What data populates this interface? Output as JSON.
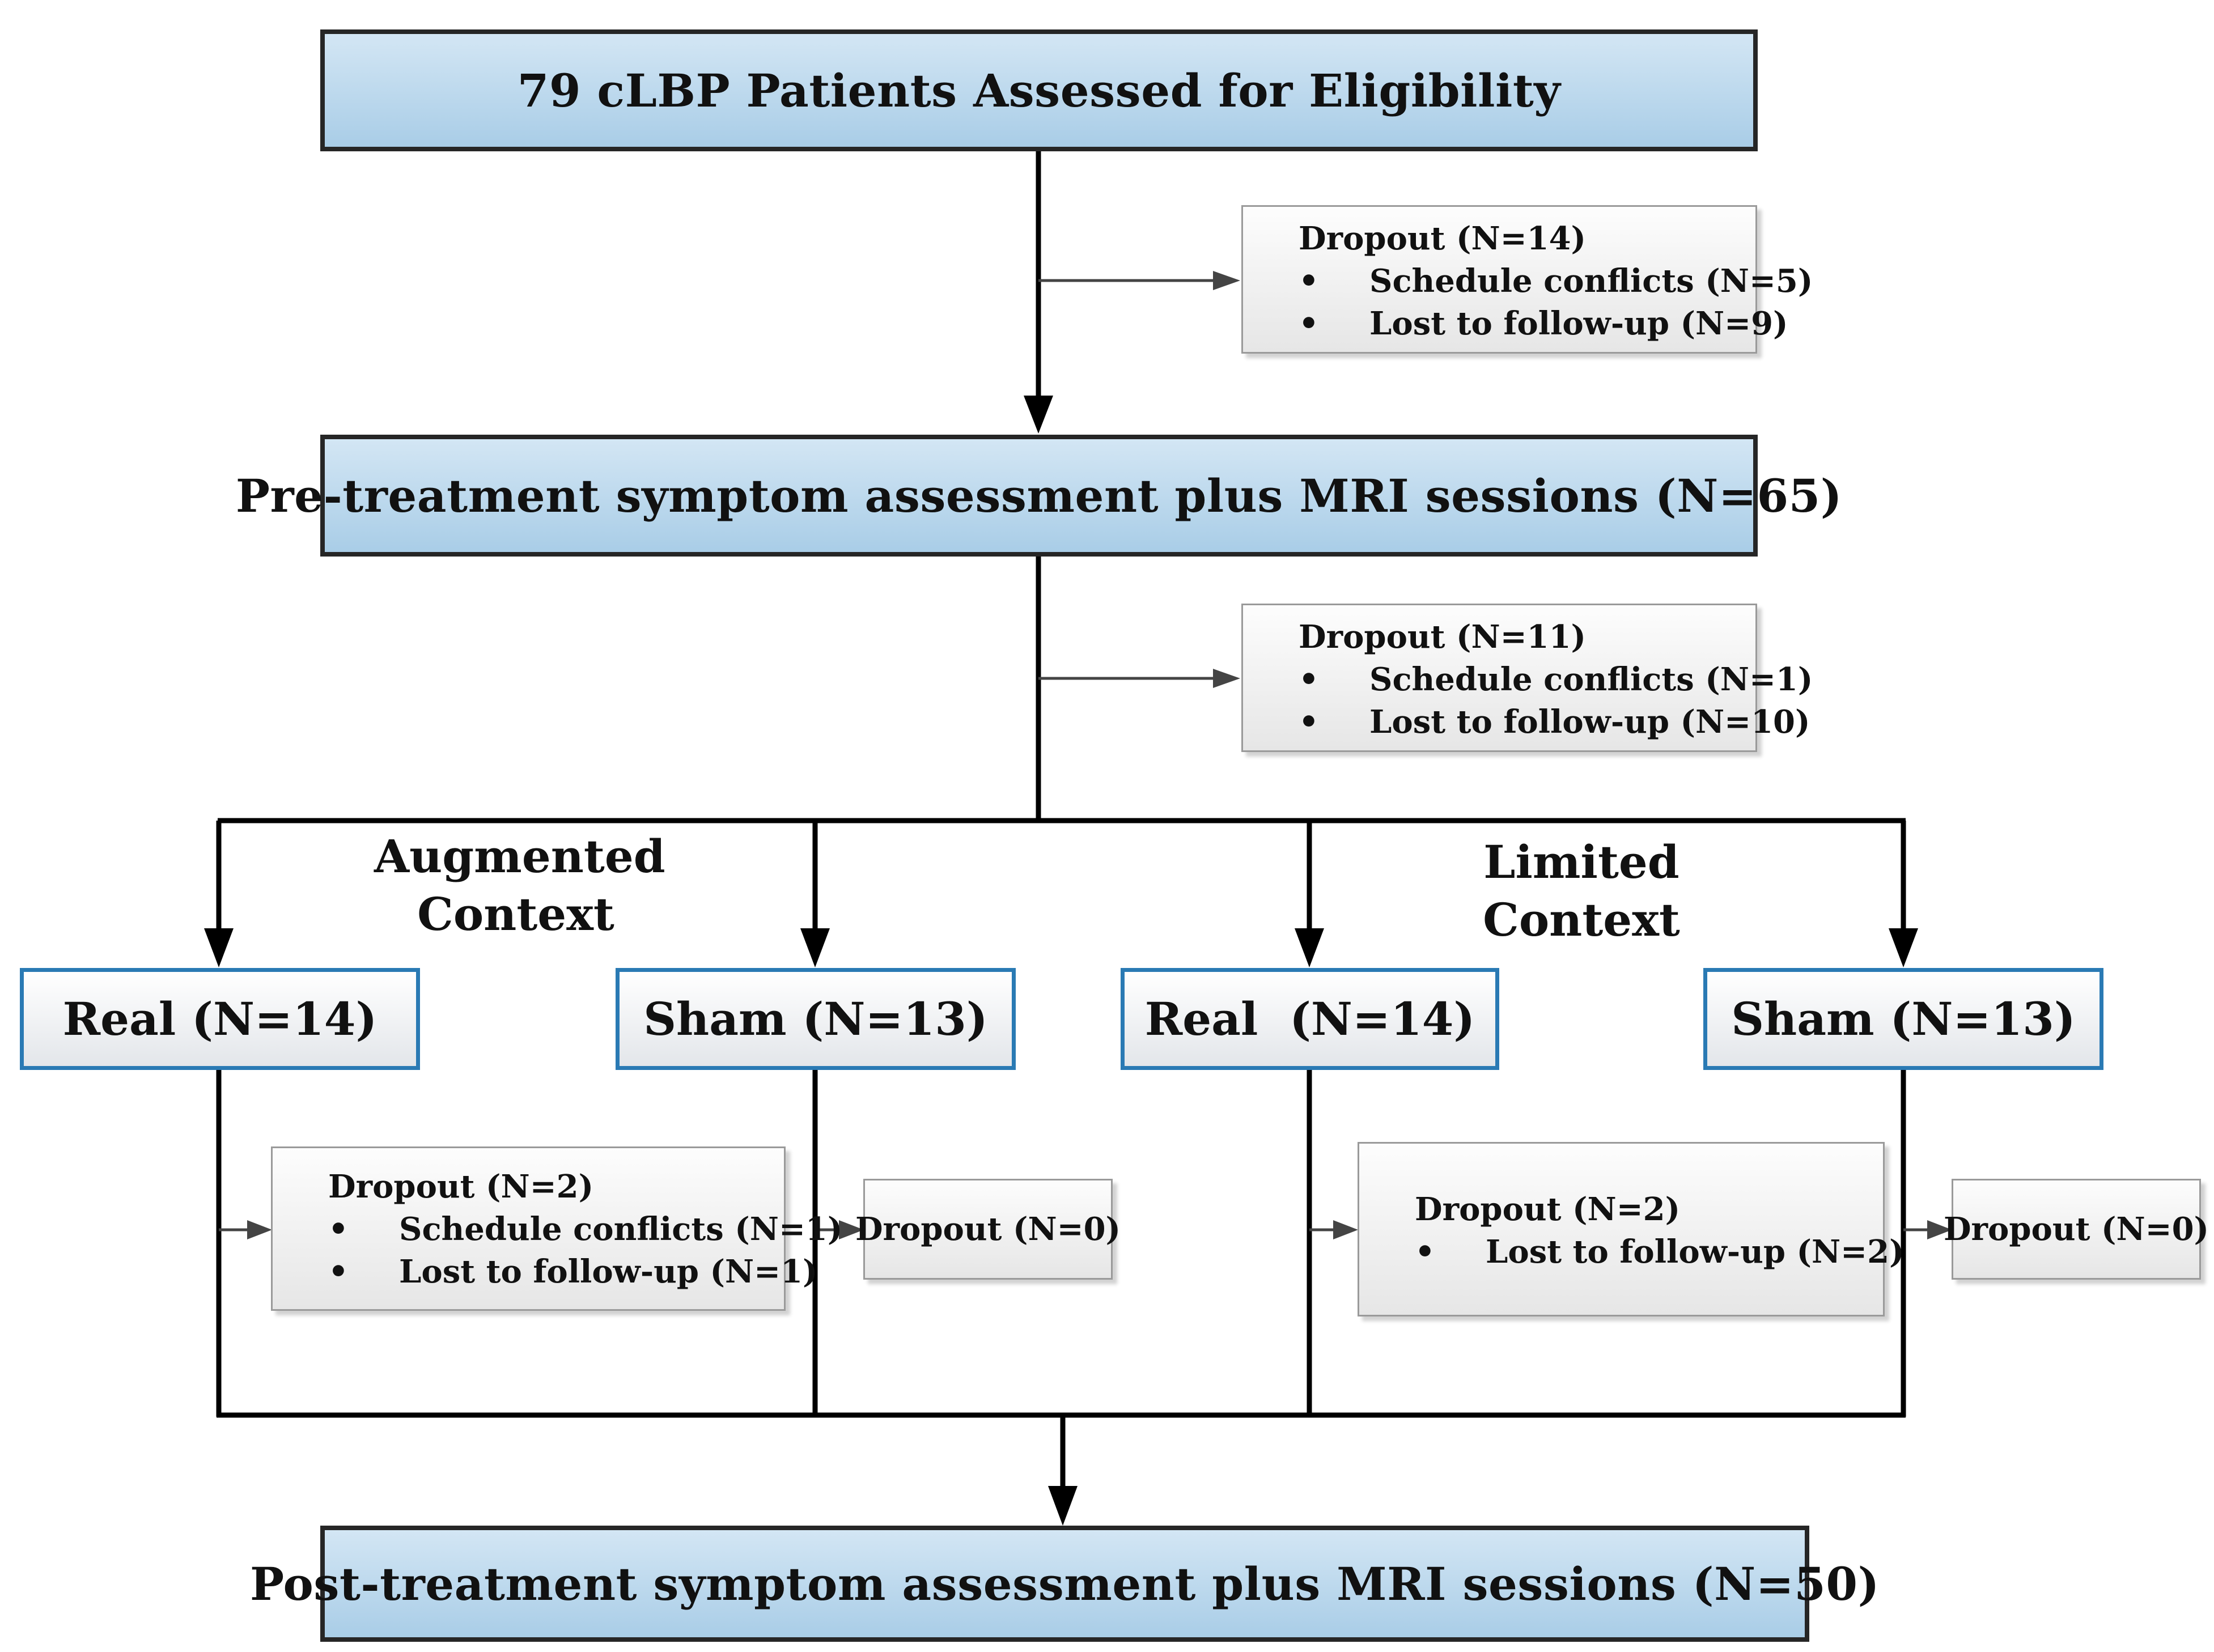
{
  "top_box": {
    "label": "79 cLBP Patients Assessed for Eligibility"
  },
  "dropout_1": {
    "title": "Dropout (N=14)",
    "items": [
      "Schedule conflicts (N=5)",
      "Lost to follow-up (N=9)"
    ]
  },
  "pre_box": {
    "label": "Pre-treatment symptom assessment plus MRI sessions (N=65)"
  },
  "dropout_2": {
    "title": "Dropout (N=11)",
    "items": [
      "Schedule conflicts (N=1)",
      "Lost to follow-up (N=10)"
    ]
  },
  "augmented_label": {
    "line1": "Augmented",
    "line2": "Context"
  },
  "limited_label": {
    "line1": "Limited",
    "line2": "Context"
  },
  "groups": [
    {
      "label": "Real (N=14)"
    },
    {
      "label": "Sham (N=13)"
    },
    {
      "label": "Real  (N=14)"
    },
    {
      "label": "Sham (N=13)"
    }
  ],
  "group_dropouts": [
    {
      "title": "Dropout (N=2)",
      "items": [
        "Schedule conflicts (N=1)",
        "Lost to follow-up (N=1)"
      ]
    },
    {
      "title": "Dropout (N=0)",
      "items": []
    },
    {
      "title": "Dropout (N=2)",
      "items": [
        "Lost to follow-up (N=2)"
      ]
    },
    {
      "title": "Dropout (N=0)",
      "items": []
    }
  ],
  "bullet_symbol": "•",
  "post_box": {
    "label": "Post-treatment symptom assessment plus MRI sessions (N=50)"
  },
  "colors": {
    "main_box_fill": "#a9cde7",
    "group_box_border": "#2a7ab4",
    "line": "#000000"
  }
}
